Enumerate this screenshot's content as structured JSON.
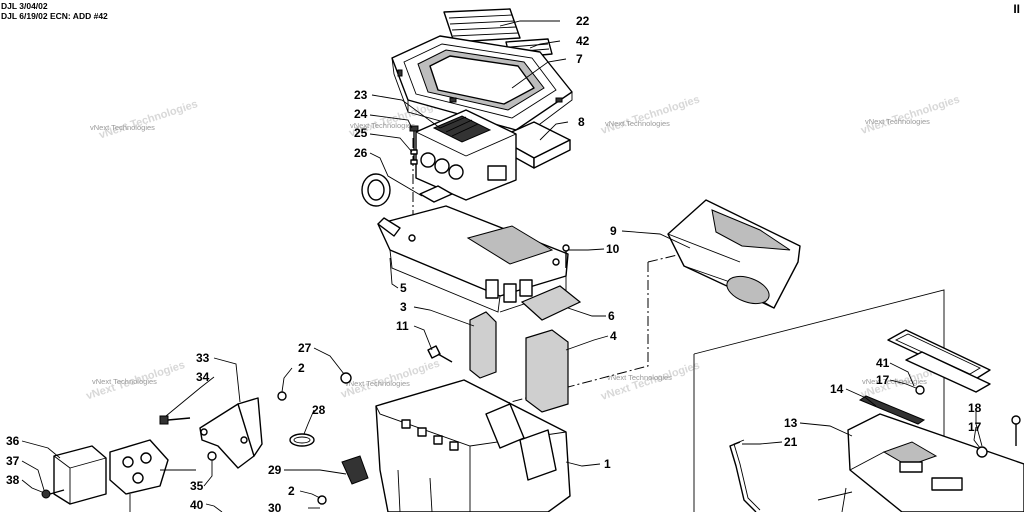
{
  "header": {
    "line1": "DJL 3/04/02",
    "line2": "DJL 6/19/02 ECN: ADD #42",
    "corner": "II"
  },
  "watermark": {
    "text": "vNext Technologies"
  },
  "callouts": [
    {
      "id": "c22",
      "label": "22"
    },
    {
      "id": "c42",
      "label": "42"
    },
    {
      "id": "c7",
      "label": "7"
    },
    {
      "id": "c8",
      "label": "8"
    },
    {
      "id": "c23",
      "label": "23"
    },
    {
      "id": "c24",
      "label": "24"
    },
    {
      "id": "c25",
      "label": "25"
    },
    {
      "id": "c26",
      "label": "26"
    },
    {
      "id": "c9",
      "label": "9"
    },
    {
      "id": "c10",
      "label": "10"
    },
    {
      "id": "c5",
      "label": "5"
    },
    {
      "id": "c3",
      "label": "3"
    },
    {
      "id": "c6",
      "label": "6"
    },
    {
      "id": "c11",
      "label": "11"
    },
    {
      "id": "c4",
      "label": "4"
    },
    {
      "id": "c33",
      "label": "33"
    },
    {
      "id": "c34",
      "label": "34"
    },
    {
      "id": "c27",
      "label": "27"
    },
    {
      "id": "c2a",
      "label": "2"
    },
    {
      "id": "c28",
      "label": "28"
    },
    {
      "id": "c36",
      "label": "36"
    },
    {
      "id": "c37",
      "label": "37"
    },
    {
      "id": "c38",
      "label": "38"
    },
    {
      "id": "c35",
      "label": "35"
    },
    {
      "id": "c29",
      "label": "29"
    },
    {
      "id": "c40",
      "label": "40"
    },
    {
      "id": "c2b",
      "label": "2"
    },
    {
      "id": "c30",
      "label": "30"
    },
    {
      "id": "c1",
      "label": "1"
    },
    {
      "id": "c41",
      "label": "41"
    },
    {
      "id": "c17a",
      "label": "17"
    },
    {
      "id": "c14",
      "label": "14"
    },
    {
      "id": "c13",
      "label": "13"
    },
    {
      "id": "c21",
      "label": "21"
    },
    {
      "id": "c18",
      "label": "18"
    },
    {
      "id": "c17b",
      "label": "17"
    }
  ]
}
